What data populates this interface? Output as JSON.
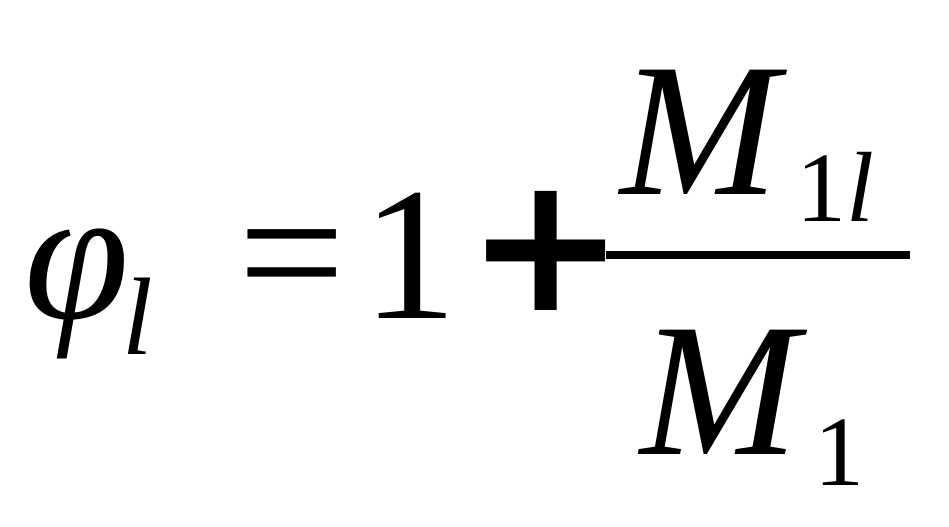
{
  "formula": {
    "lhs": {
      "symbol": "φ",
      "subscript": "l"
    },
    "equals": "=",
    "term_one": "1",
    "plus": "+",
    "fraction": {
      "numerator": {
        "symbol": "M",
        "subscript": "1l"
      },
      "denominator": {
        "symbol": "M",
        "subscript": "1"
      }
    }
  }
}
